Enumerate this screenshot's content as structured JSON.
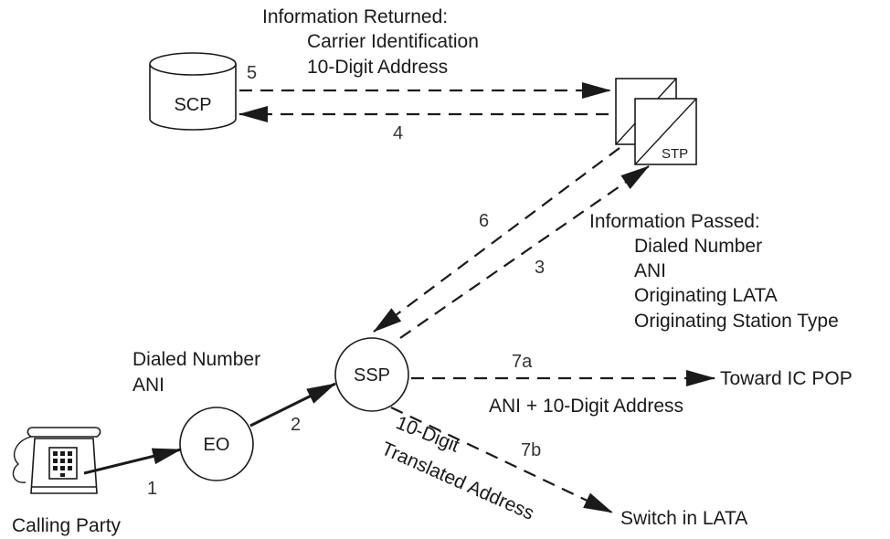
{
  "nodes": {
    "scp": "SCP",
    "stp": "STP",
    "ssp": "SSP",
    "eo": "EO"
  },
  "labels": {
    "info_returned_title": "Information Returned:",
    "info_returned_items": [
      "Carrier Identification",
      "10-Digit Address"
    ],
    "info_passed_title": "Information Passed:",
    "info_passed_items": [
      "Dialed Number",
      "ANI",
      "Originating LATA",
      "Originating Station Type"
    ],
    "dialed_number": "Dialed Number",
    "ani": "ANI",
    "calling_party": "Calling Party",
    "toward_ic_pop": "Toward IC POP",
    "ani_address": "ANI + 10-Digit Address",
    "translated_line1": "10-Digit",
    "translated_line2": "Translated Address",
    "switch_in_lata": "Switch in LATA"
  },
  "steps": {
    "s1": "1",
    "s2": "2",
    "s3": "3",
    "s4": "4",
    "s5": "5",
    "s6": "6",
    "s7a": "7a",
    "s7b": "7b"
  },
  "colors": {
    "line": "#1a1a1a",
    "background": "#ffffff"
  }
}
